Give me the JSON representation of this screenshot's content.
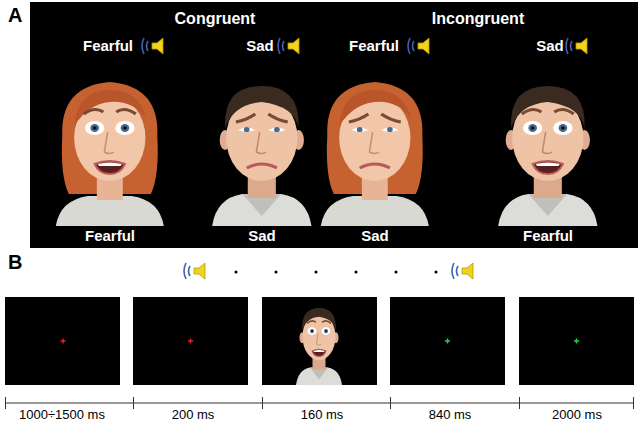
{
  "diagram": {
    "labels": [
      "A",
      "Congruent",
      "Incongruent",
      "Fearful",
      "Sad",
      "Fearful",
      "Sad",
      "Fearful",
      "Sad",
      "Sad",
      "Fearful",
      "B",
      "1000÷1500 ms",
      "200 ms",
      "160 ms",
      "840 ms",
      "2000 ms"
    ]
  }
}
